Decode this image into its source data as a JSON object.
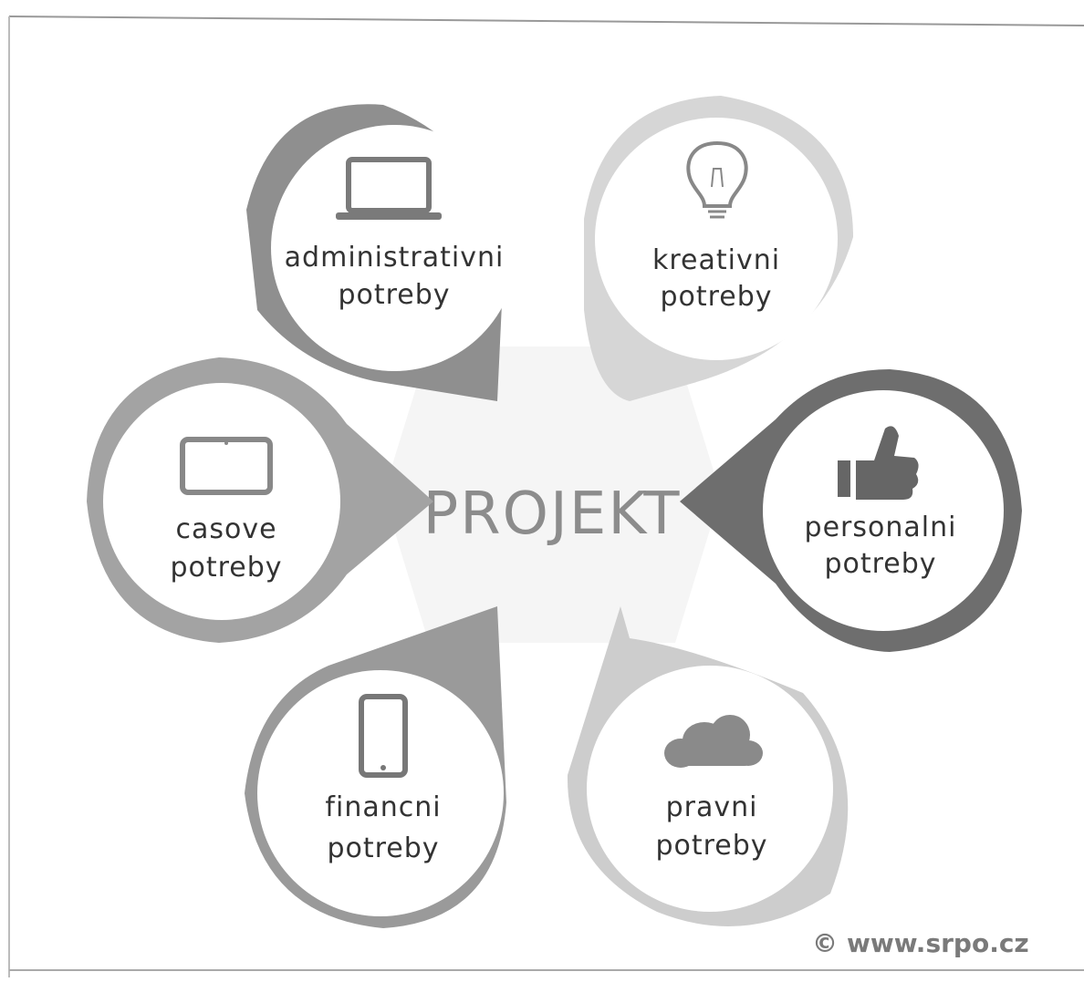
{
  "center": {
    "label": "PROJEKT"
  },
  "petals": [
    {
      "id": "admin",
      "line1": "administrativni",
      "line2": "potreby",
      "icon": "laptop-icon",
      "color": "#8f8f8f"
    },
    {
      "id": "kreativ",
      "line1": "kreativni",
      "line2": "potreby",
      "icon": "lightbulb-icon",
      "color": "#d6d6d6"
    },
    {
      "id": "personal",
      "line1": "personalni",
      "line2": "potreby",
      "icon": "thumbs-up-icon",
      "color": "#6e6e6e"
    },
    {
      "id": "pravni",
      "line1": "pravni",
      "line2": "potreby",
      "icon": "cloud-icon",
      "color": "#cdcdcd"
    },
    {
      "id": "financni",
      "line1": "financni",
      "line2": "potreby",
      "icon": "smartphone-icon",
      "color": "#9a9a9a"
    },
    {
      "id": "casove",
      "line1": "casove",
      "line2": "potreby",
      "icon": "tablet-icon",
      "color": "#a3a3a3"
    }
  ],
  "credit": {
    "symbol": "©",
    "text": "www.srpo.cz"
  }
}
